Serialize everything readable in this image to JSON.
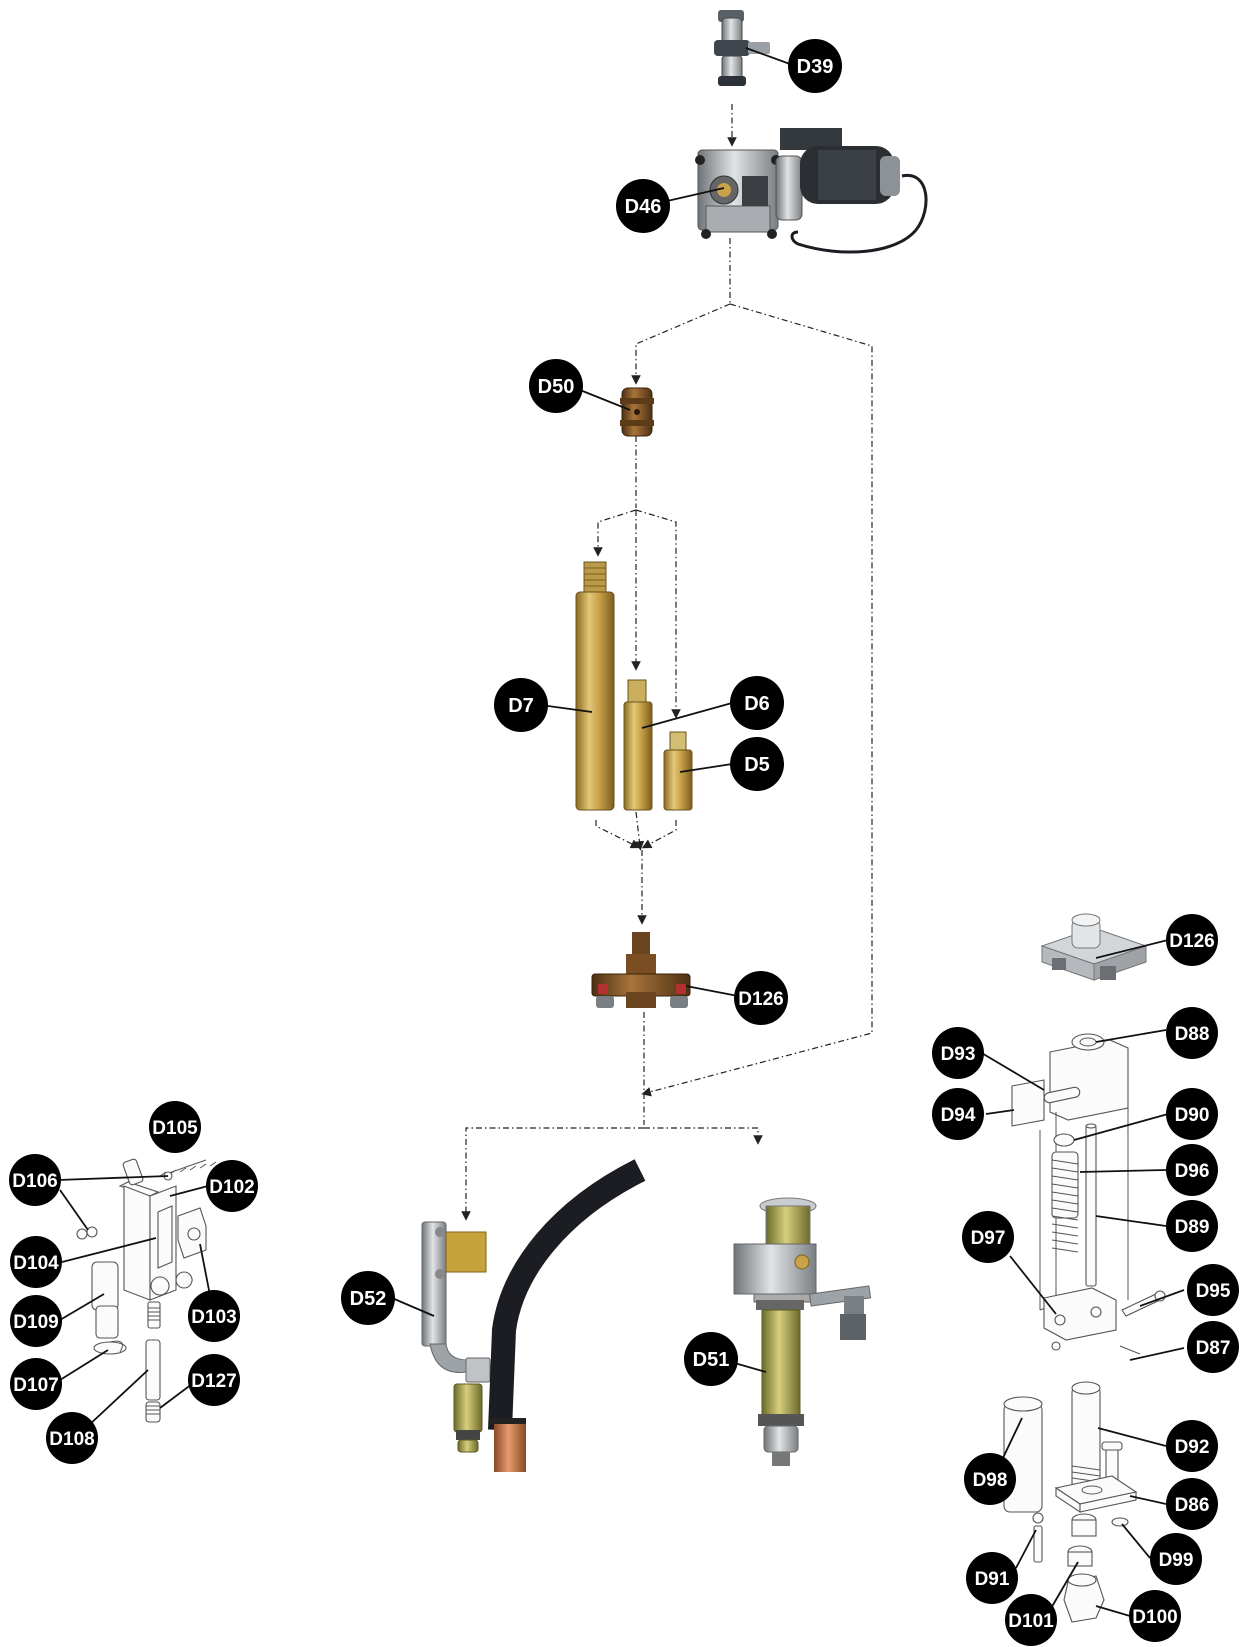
{
  "callouts": {
    "d39": "D39",
    "d46": "D46",
    "d50": "D50",
    "d7": "D7",
    "d6": "D6",
    "d5": "D5",
    "d126_center": "D126",
    "d52": "D52",
    "d51": "D51",
    "d105": "D105",
    "d106": "D106",
    "d102": "D102",
    "d104": "D104",
    "d103": "D103",
    "d109": "D109",
    "d107": "D107",
    "d127": "D127",
    "d108": "D108",
    "d126_right": "D126",
    "d88": "D88",
    "d93": "D93",
    "d94": "D94",
    "d90": "D90",
    "d96": "D96",
    "d89": "D89",
    "d97": "D97",
    "d95": "D95",
    "d87": "D87",
    "d98": "D98",
    "d92": "D92",
    "d86": "D86",
    "d91": "D91",
    "d99": "D99",
    "d101": "D101",
    "d100": "D100"
  },
  "colors": {
    "callout_fill": "#000000",
    "callout_text": "#ffffff",
    "brass": "#c9a24a",
    "brass_dark": "#8a6a22",
    "bronze": "#7a4e22",
    "steel": "#b8bcc0",
    "steel_dark": "#6f7478",
    "hose": "#1b1d22",
    "copper": "#c8764a"
  }
}
